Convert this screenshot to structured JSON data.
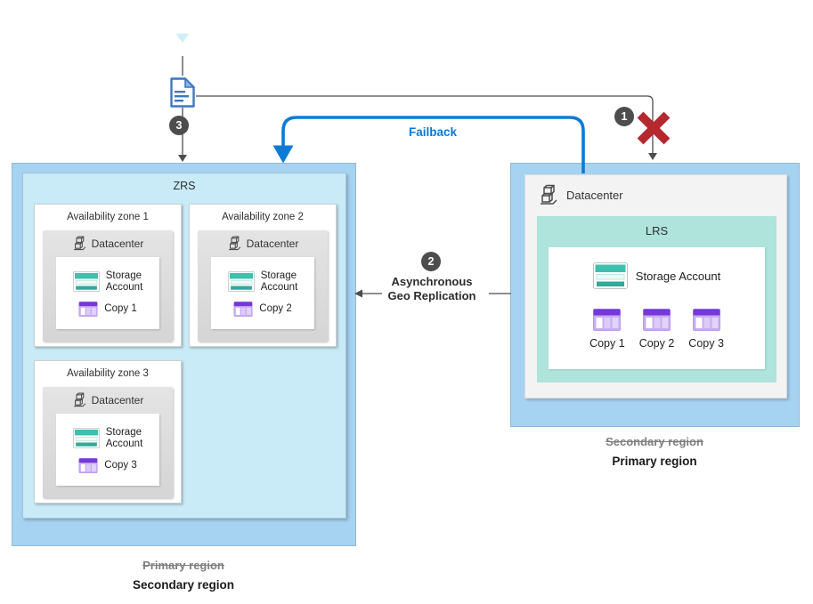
{
  "connectors": {
    "failback_label": "Failback",
    "async_label_line1": "Asynchronous",
    "async_label_line2": "Geo Replication",
    "step_badges": {
      "failure": "1",
      "replication": "2",
      "write": "3"
    }
  },
  "left_region": {
    "title": "ZRS",
    "zones": [
      {
        "title": "Availability zone 1",
        "datacenter_label": "Datacenter",
        "storage_line1": "Storage",
        "storage_line2": "Account",
        "copy_label": "Copy 1"
      },
      {
        "title": "Availability zone 2",
        "datacenter_label": "Datacenter",
        "storage_line1": "Storage",
        "storage_line2": "Account",
        "copy_label": "Copy 2"
      },
      {
        "title": "Availability zone 3",
        "datacenter_label": "Datacenter",
        "storage_line1": "Storage",
        "storage_line2": "Account",
        "copy_label": "Copy 3"
      }
    ],
    "struck_label": "Primary region",
    "current_label": "Secondary region"
  },
  "right_region": {
    "datacenter_label": "Datacenter",
    "title": "LRS",
    "storage_label": "Storage Account",
    "copies": [
      "Copy 1",
      "Copy 2",
      "Copy 3"
    ],
    "struck_label": "Secondary region",
    "current_label": "Primary region"
  },
  "icons": {
    "user": "person-icon",
    "document": "document-icon",
    "datacenter": "datacenter-icon",
    "storage_account": "storage-account-icon",
    "copy": "table-copy-icon",
    "error": "error-x-icon"
  },
  "colors": {
    "region_fill": "#A7D3F2",
    "region_border": "#8FB8D9",
    "zrs_fill": "#C9EAF7",
    "lrs_fill": "#AEE4DC",
    "datacenter_box_fill": "#D9D9D9",
    "accent_blue": "#0078D4",
    "error_red": "#B4282E",
    "badge_gray": "#4D4D4D",
    "storage_teal": "#3FBFAD",
    "copy_purple": "#7637DB"
  }
}
